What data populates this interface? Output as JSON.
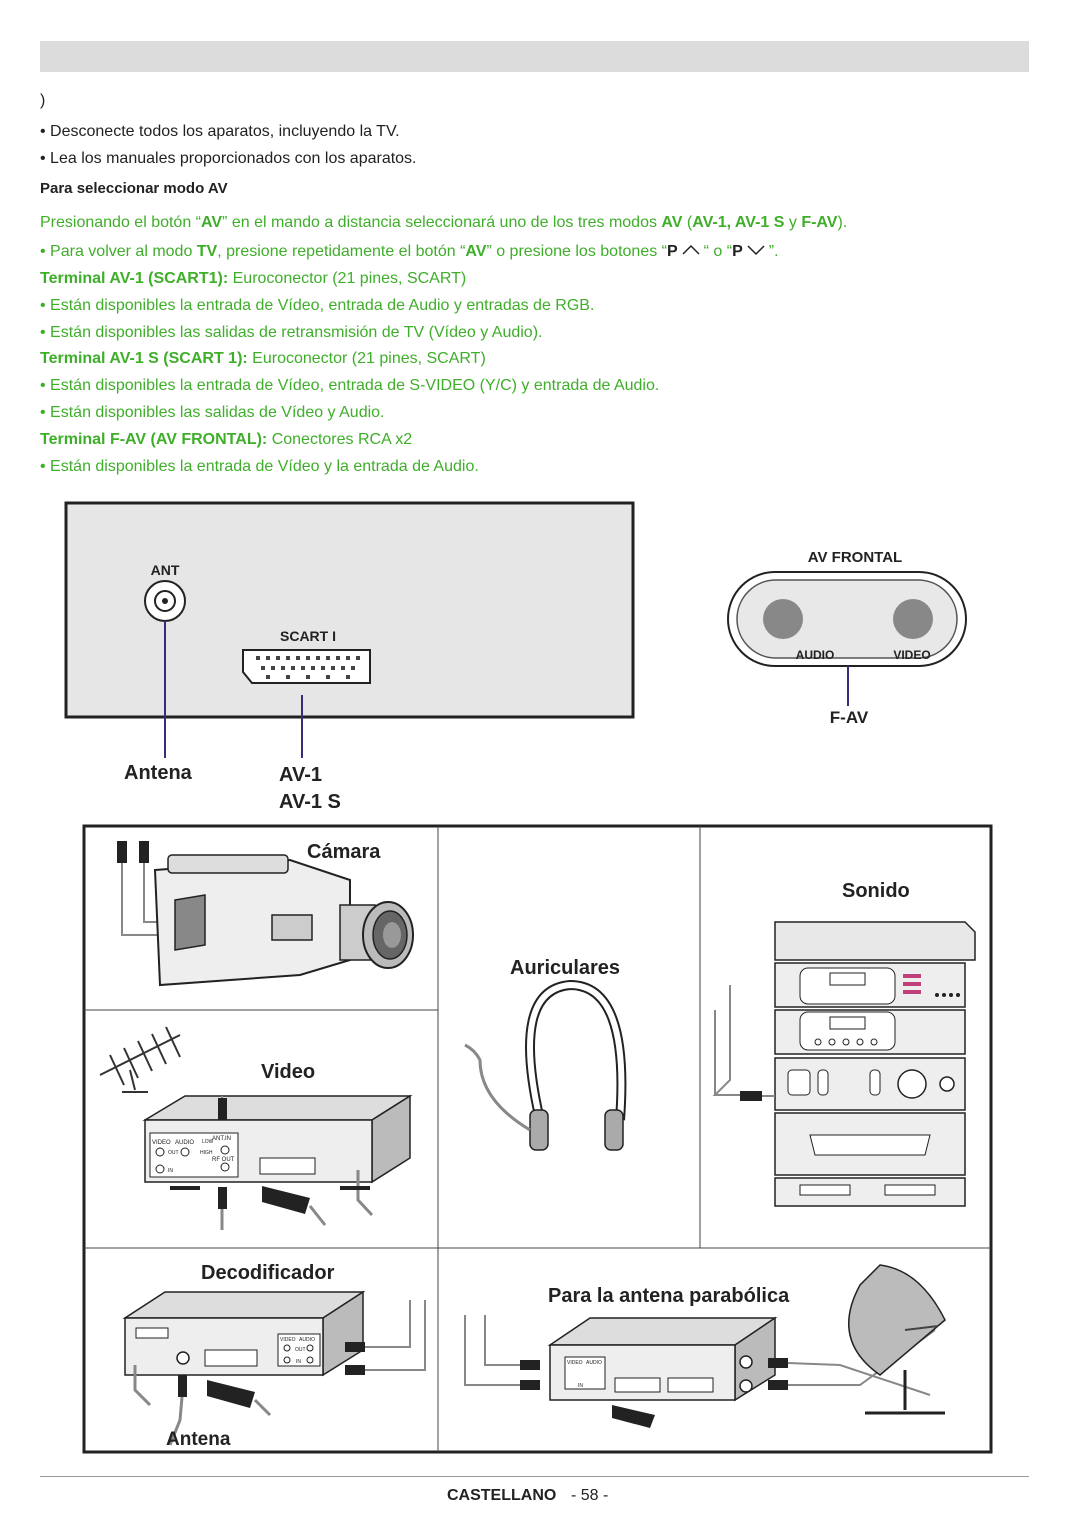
{
  "intro": {
    "paren": ")"
  },
  "bullets_black": [
    "• Desconecte todos los aparatos, incluyendo la TV.",
    "• Lea los manuales proporcionados con los aparatos."
  ],
  "section_title": "Para seleccionar modo AV",
  "green": {
    "intro": {
      "a": "Presionando el botón “",
      "b": "AV",
      "c": "” en el mando a distancia seleccionará uno de los tres modos ",
      "d": "AV",
      "e": " (",
      "f": "AV-1, AV-1 S",
      "g": " y ",
      "h": "F-AV",
      "i": ")."
    },
    "tv_line": {
      "a": "• Para volver al modo ",
      "b": "TV",
      "c": ", presione repetidamente el botón “",
      "d": "AV",
      "e": "” o presione los botones “",
      "p1": "P",
      "f": "“ o “",
      "p2": "P",
      "g": "”."
    },
    "t1": {
      "label": "Terminal AV-1 (SCART1):",
      "desc": " Euroconector (21 pines, SCART)"
    },
    "t1_bullets": [
      "• Están disponibles la entrada de Vídeo, entrada de Audio y entradas de RGB.",
      "• Están disponibles las salidas de retransmisión de TV (Vídeo y Audio)."
    ],
    "t2": {
      "label": "Terminal AV-1 S (SCART 1):",
      "desc": " Euroconector (21 pines, SCART)"
    },
    "t2_bullets": [
      "• Están disponibles la entrada de Vídeo, entrada de S-VIDEO (Y/C) y entrada de Audio.",
      "• Están disponibles las salidas de Vídeo y Audio."
    ],
    "t3": {
      "label": "Terminal F-AV (AV FRONTAL):",
      "desc": " Conectores RCA x2"
    },
    "t3_bullets": [
      "• Están disponibles la entrada de Vídeo y la entrada de Audio."
    ]
  },
  "panel": {
    "ant": "ANT",
    "scart": "SCART I",
    "av_frontal": "AV FRONTAL",
    "audio": "AUDIO",
    "video": "VIDEO",
    "fav": "F-AV",
    "antena": "Antena",
    "av1": "AV-1",
    "av1s": "AV-1 S"
  },
  "devices": {
    "camara": "Cámara",
    "sonido": "Sonido",
    "auriculares": "Auriculares",
    "video": "Video",
    "decodificador": "Decodificador",
    "parabolica": "Para la antena parabólica",
    "antena": "Antena",
    "vcr": {
      "video": "VIDEO",
      "audio": "AUDIO",
      "out": "OUT",
      "in": "IN",
      "low": "LOW",
      "high": "HIGH",
      "antin": "ANT.IN",
      "rfout": "RF OUT"
    }
  },
  "footer": {
    "lang": "CASTELLANO",
    "page": "- 58 -"
  }
}
